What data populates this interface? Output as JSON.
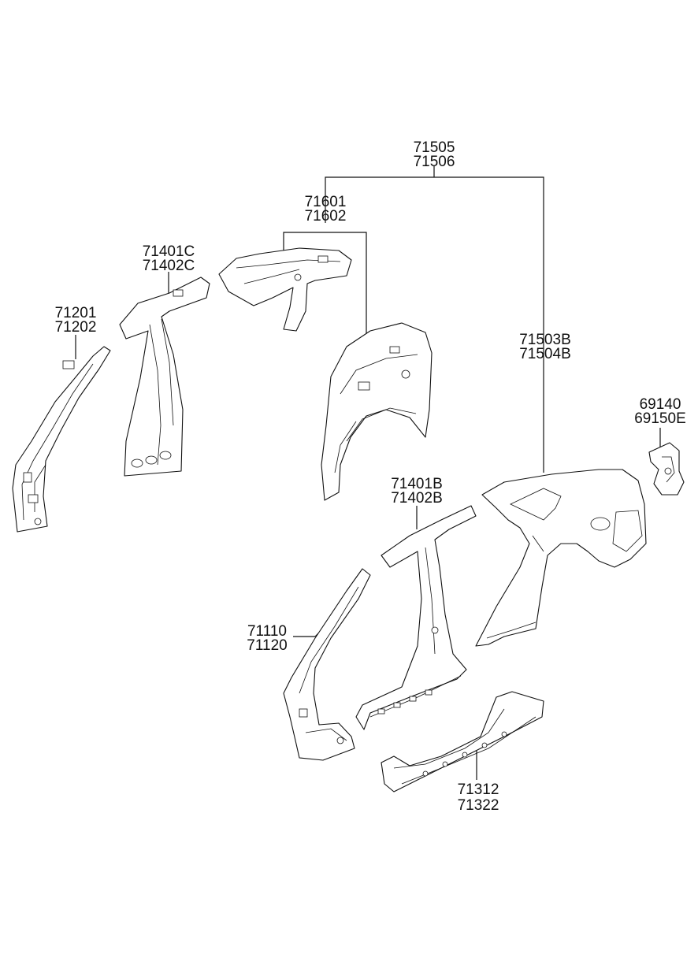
{
  "labels": {
    "quarter_panel_assy": [
      "71505",
      "71506"
    ],
    "quarter_inner": [
      "71601",
      "71602"
    ],
    "center_pillar_inner_upper": [
      "71401C",
      "71402C"
    ],
    "front_pillar_inner": [
      "71201",
      "71202"
    ],
    "quarter_outer": [
      "71503B",
      "71504B"
    ],
    "fuel_filler_housing": [
      "69140",
      "69150E"
    ],
    "center_pillar_outer": [
      "71401B",
      "71402B"
    ],
    "front_pillar_outer": [
      "71110",
      "71120"
    ],
    "side_sill": [
      "71312",
      "71322"
    ]
  }
}
